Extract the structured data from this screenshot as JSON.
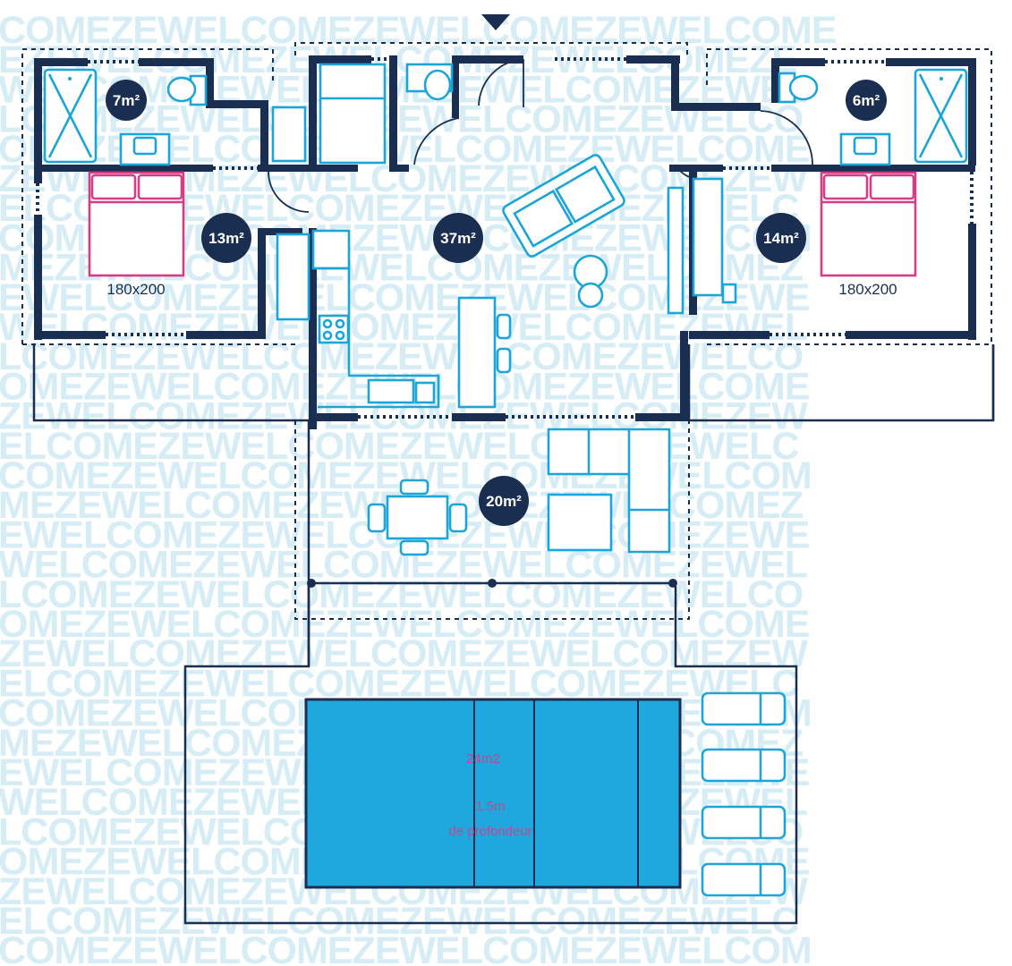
{
  "watermark": {
    "rows": [
      "COMEZEWELCOMEZEWELCOMEZEWELCOME",
      "EZEWELCOMEZEWELCOMEZEWELCOMEZE",
      "WELCOMEZEWELCOMEZEWELCOMEZEWEL",
      "LCOMEZEWELCOMEZEWELCOMEZEWELCO",
      "OMEZEWELCOMEZEWELCOMEZEWELCOME",
      "ZEWELCOMEZEWELCOMEZEWELCOMEZEW",
      "ELCOMEZEWELCOMEZEWELCOMEZEWELC",
      "COMEZEWELCOMEZEWELCOMEZEWELCOM",
      "MEZEWELCOMEZEWELCOMEZEWELCOMEZ",
      "EWELCOMEZEWELCOMEZEWELCOMEZEWE",
      "WELCOMEZEWELCOMEZEWELCOMEZEWEL",
      "LCOMEZEWELCOMEZEWELCOMEZEWELCO",
      "OMEZEWELCOMEZEWELCOMEZEWELCOME",
      "ZEWELCOMEZEWELCOMEZEWELCOMEZEW",
      "ELCOMEZEWELCOMEZEWELCOMEZEWELC",
      "COMEZEWELCOMEZEWELCOMEZEWELCOM",
      "MEZEWELCOMEZEWELCOMEZEWELCOMEZ",
      "EWELCOMEZEWELCOMEZEWELCOMEZEWE",
      "WELCOMEZEWELCOMEZEWELCOMEZEWEL",
      "LCOMEZEWELCOMEZEWELCOMEZEWELCO",
      "OMEZEWELCOMEZEWELCOMEZEWELCOME",
      "ZEWELCOMEZEWELCOMEZEWELCOMEZEW",
      "ELCOMEZEWELCOMEZEWELCOMEZEWELC",
      "COMEZEWELCOMEZEWELCOMEZEWELCOM",
      "MEZEWELCOMEZEWELCOMEZEWELCOMEZ",
      "EWELCOMEZEWELCOMEZEWELCOMEZEWE",
      "WELCOMEZEWELCOMEZEWELCOMEZEWEL",
      "LCOMEZEWELCOMEZEWELCOMEZEWELCO",
      "OMEZEWELCOMEZEWELCOMEZEWELCOME",
      "ZEWELCOMEZEWELCOMEZEWELCOMEZEW",
      "ELCOMEZEWELCOMEZEWELCOMEZEWELC",
      "COMEZEWELCOMEZEWELCOMEZEWELCOM"
    ]
  },
  "rooms": {
    "bath_left": "7m²",
    "bath_right": "6m²",
    "bedroom_left": "13m²",
    "living": "37m²",
    "bedroom_right": "14m²",
    "terrace": "20m²"
  },
  "beds": {
    "left_size": "180x200",
    "right_size": "180x200"
  },
  "pool": {
    "area": "24m2",
    "depth": "1.5m",
    "depth_caption": "de profondeur"
  },
  "colors": {
    "wall": "#1a2e52",
    "fixture": "#1ba5d8",
    "bed": "#d23f86",
    "pool_water": "#1fa8de",
    "pool_text": "#c4478e",
    "watermark": "#d7edf5"
  },
  "icons": {
    "entrance": "entrance-arrow-icon"
  }
}
